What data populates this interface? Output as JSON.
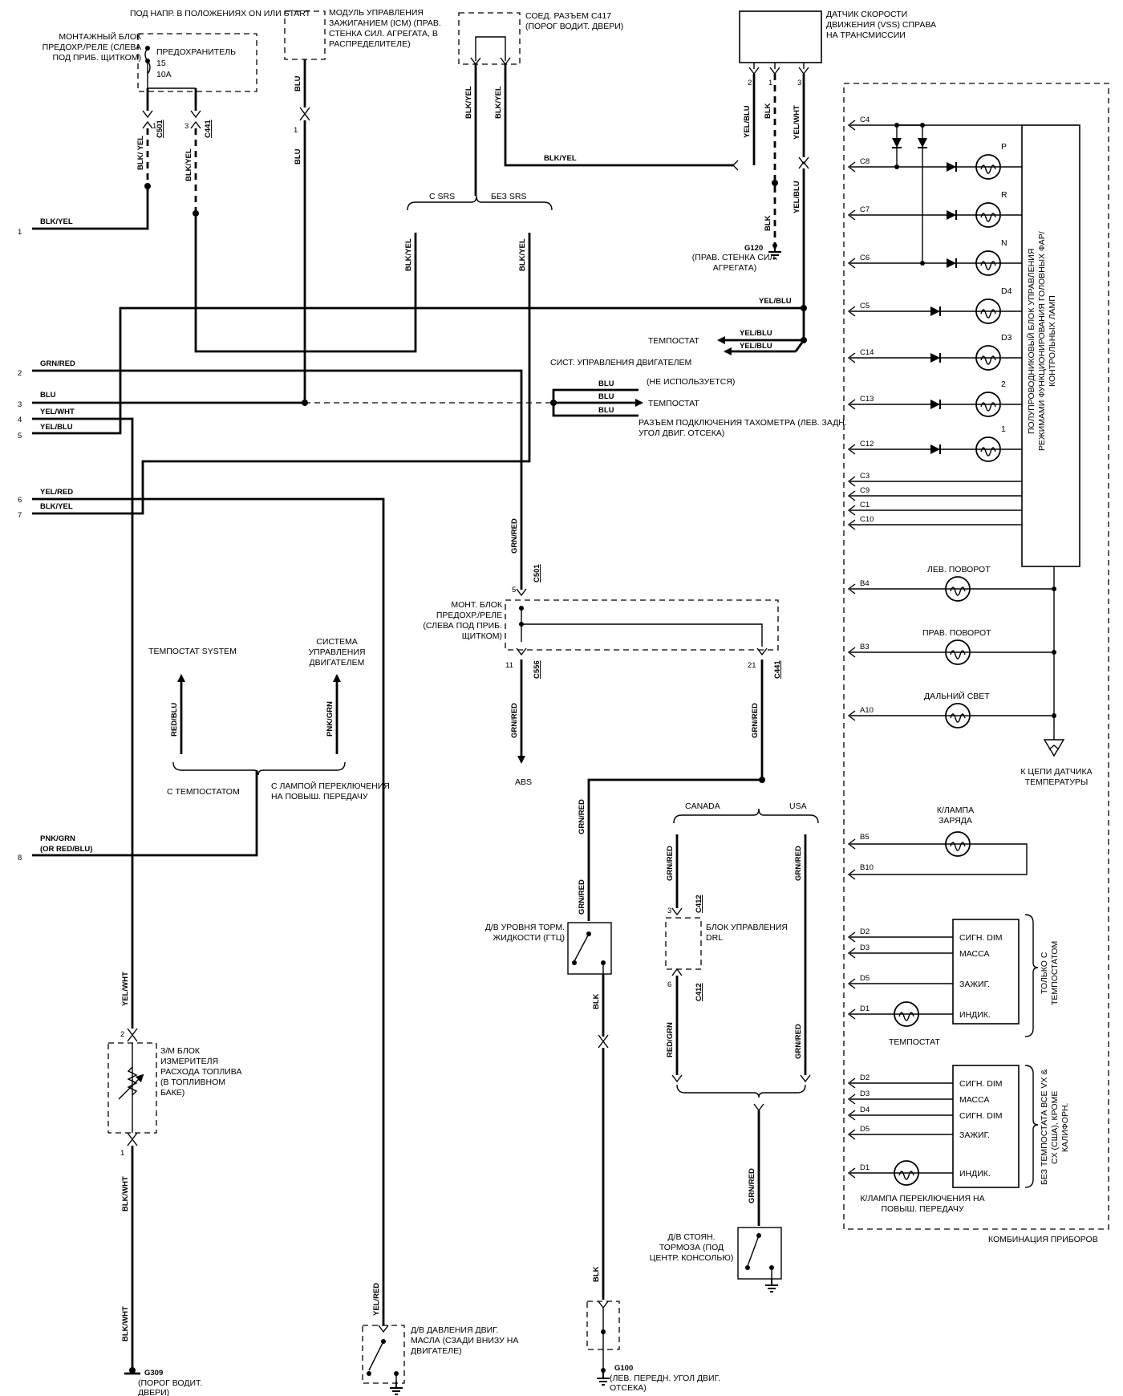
{
  "ignition": {
    "power_note": "ПОД НАПР. В ПОЛОЖЕНИЯХ ON ИЛИ START",
    "fuse_block": "МОНТАЖНЫЙ БЛОК ПРЕДОХР./РЕЛЕ (СЛЕВА ПОД ПРИБ. ЩИТКОМ)",
    "fuse_label": "ПРЕДОХРАНИТЕЛЬ",
    "fuse_num": "15",
    "fuse_amp": "10A",
    "pin1": "1",
    "conn1": "C501",
    "wire1": "BLK/ YEL",
    "pin2": "3",
    "conn2": "C441",
    "wire2": "BLK/YEL"
  },
  "icm": {
    "label": "МОДУЛЬ УПРАВЛЕНИЯ ЗАЖИГАНИЕМ (ICM) (ПРАВ. СТЕНКА СИЛ. АГРЕГАТА, В РАСПРЕДЕЛИТЕЛЕ)",
    "wire_top": "BLU",
    "pin": "1",
    "wire": "BLU"
  },
  "c417": {
    "label": "СОЕД. РАЗЪЕМ C417 (ПОРОГ ВОДИТ. ДВЕРИ)",
    "wire_a": "BLK/YEL",
    "wire_b": "BLK/YEL",
    "wire_h": "BLK/YEL",
    "srs_with": "С SRS",
    "srs_without": "БЕЗ SRS",
    "wire_c": "BLK/YEL",
    "wire_d": "BLK/YEL"
  },
  "vss": {
    "label": "ДАТЧИК СКОРОСТИ ДВИЖЕНИЯ (VSS) СПРАВА НА ТРАНСМИССИИ",
    "pins": [
      "2",
      "1",
      "3"
    ],
    "wires": [
      "YEL/BLU",
      "BLK",
      "YEL/WHT"
    ],
    "wire_blk2": "BLK",
    "wire_yb2": "YEL/BLU",
    "ground": "G120",
    "ground_note": "(ПРАВ. СТЕНКА СИЛ. АГРЕГАТА)"
  },
  "left_wires": [
    {
      "pin": "1",
      "wire": "BLK/YEL"
    },
    {
      "pin": "2",
      "wire": "GRN/RED"
    },
    {
      "pin": "3",
      "wire": "BLU"
    },
    {
      "pin": "4",
      "wire": "YEL/WHT"
    },
    {
      "pin": "5",
      "wire": "YEL/BLU"
    },
    {
      "pin": "6",
      "wire": "YEL/RED"
    },
    {
      "pin": "7",
      "wire": "BLK/YEL"
    },
    {
      "pin": "8",
      "wire": "PNK/GRN",
      "wire2": "(OR RED/BLU)"
    }
  ],
  "mid": {
    "yelblu_top": "YEL/BLU",
    "tempostat_out": "ТЕМПОСТАТ",
    "ecm_out": "СИСТ. УПРАВЛЕНИЯ ДВИГАТЕЛЕМ",
    "out_w1": "YEL/BLU",
    "out_w2": "YEL/BLU",
    "blu1": "BLU",
    "blu2": "BLU",
    "blu3": "BLU",
    "blu_note1": "(НЕ ИСПОЛЬЗУЕТСЯ)",
    "blu_note2": "ТЕМПОСТАТ",
    "blu_note3": "РАЗЪЕМ ПОДКЛЮЧЕНИЯ ТАХОМЕТРА (ЛЕВ. ЗАДН. УГОЛ ДВИГ. ОТСЕКА)"
  },
  "left_block": {
    "arrow1": "ТЕМПОСТАТ SYSTEM",
    "arrow2": "СИСТЕМА УПРАВЛЕНИЯ ДВИГАТЕЛЕМ",
    "wire1": "RED/BLU",
    "wire2": "PNK/GRN",
    "opt1": "С ТЕМПОСТАТОМ",
    "opt2": "С ЛАМПОЙ ПЕРЕКЛЮЧЕНИЯ НА ПОВЫШ. ПЕРЕДАЧУ"
  },
  "fuel": {
    "wire_top": "YEL/WHT",
    "pin_top": "2",
    "label": "З/М БЛОК ИЗМЕРИТЕЛЯ РАСХОДА ТОПЛИВА (В ТОПЛИВНОМ БАКЕ)",
    "pin_bot": "1",
    "wire_bot": "BLK/WHT",
    "wire_bot2": "BLK/WHT",
    "ground": "G309",
    "ground_note": "(ПОРОГ ВОДИТ. ДВЕРИ)"
  },
  "oil": {
    "wire": "YEL/RED",
    "label": "Д/В ДАВЛЕНИЯ ДВИГ. МАСЛА (СЗАДИ ВНИЗУ НА ДВИГАТЕЛЕ)"
  },
  "center": {
    "wire_top": "GRN/RED",
    "pin_top": "5",
    "conn_top": "C501",
    "block": "МОНТ. БЛОК ПРЕДОХР./РЕЛЕ (СЛЕВА ПОД ПРИБ. ЩИТКОМ)",
    "pin_l": "11",
    "conn_l": "C556",
    "pin_r": "21",
    "conn_r": "C441",
    "wire_l": "GRN/RED",
    "wire_r": "GRN/RED",
    "abs": "ABS"
  },
  "brake": {
    "wire1": "GRN/RED",
    "wire2": "GRN/RED",
    "label": "Д/В УРОВНЯ ТОРМ. ЖИДКОСТИ (ГТЦ)",
    "wire_blk": "BLK",
    "wire_blk2": "BLK",
    "ground": "G100",
    "ground_note": "(ЛЕВ. ПЕРЕДН. УГОЛ ДВИГ. ОТСЕКА)"
  },
  "drl": {
    "canada": "CANADA",
    "usa": "USA",
    "wire_c": "GRN/RED",
    "pin3": "3",
    "conn3": "C412",
    "label": "БЛОК УПРАВЛЕНИЯ DRL",
    "pin6": "6",
    "conn6": "C412",
    "wire_c2": "RED/GRN",
    "wire_u": "GRN/RED",
    "wire_u2": "GRN/RED",
    "wire_bot": "GRN/RED",
    "park_label": "Д/В СТОЯН. ТОРМОЗА (ПОД ЦЕНТР. КОНСОЛЬЮ)"
  },
  "cluster": {
    "title": "КОМБИНАЦИЯ ПРИБОРОВ",
    "module": "ПОЛУПРОВОДНИКОВЫЙ БЛОК УПРАВЛЕНИЯ РЕЖИМАМИ ФУНКЦИОНИРОВАНИЯ ГОЛОВНЫХ ФАР/КОНТРОЛЬНЫХ ЛАМП",
    "pins": [
      "C4",
      "C8",
      "C7",
      "C6",
      "C5",
      "C14",
      "C13",
      "C12",
      "C3",
      "C9",
      "C1",
      "C10"
    ],
    "gears": [
      "P",
      "R",
      "N",
      "D4",
      "D3",
      "2",
      "1"
    ],
    "b4": "B4",
    "b3": "B3",
    "a10": "A10",
    "lamp_left": "ЛЕВ. ПОВОРОТ",
    "lamp_right": "ПРАВ. ПОВОРОТ",
    "lamp_high": "ДАЛЬНИЙ СВЕТ",
    "temp_note": "К ЦЕПИ ДАТЧИКА ТЕМПЕРАТУРЫ",
    "b5": "B5",
    "b10": "B10",
    "charge": "К/ЛАМПА ЗАРЯДА",
    "cc1": {
      "pins": [
        "D2",
        "D3",
        "D5",
        "D1"
      ],
      "rows": [
        "СИГН. DIM",
        "МАССА",
        "ЗАЖИГ.",
        "ИНДИК."
      ],
      "lamp": "ТЕМПОСТАТ",
      "side": "ТОЛЬКО С ТЕМПОСТАТОМ"
    },
    "cc2": {
      "pins": [
        "D2",
        "D3",
        "D4",
        "D5",
        "D1"
      ],
      "rows": [
        "СИГН. DIM",
        "МАССА",
        "СИГН. DIM",
        "ЗАЖИГ.",
        "ИНДИК."
      ],
      "lamp": "К/ЛАМПА ПЕРЕКЛЮЧЕНИЯ НА ПОВЫШ. ПЕРЕДАЧУ",
      "side": "БЕЗ ТЕМПОСТАТА ВСЕ VX & CX (США), КРОМЕ КАЛИФОРН."
    }
  }
}
